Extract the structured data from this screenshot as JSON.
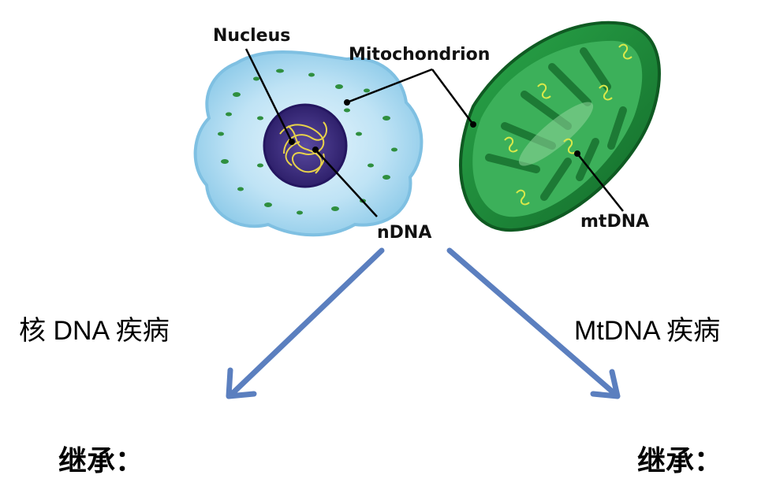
{
  "labels": {
    "nucleus": "Nucleus",
    "mitochondrion": "Mitochondrion",
    "ndna": "nDNA",
    "mtdna": "mtDNA"
  },
  "left": {
    "heading": "核 DNA 疾病",
    "inheritance": "继承："
  },
  "right": {
    "heading": "MtDNA 疾病",
    "inheritance": "继承："
  },
  "colors": {
    "cell_fill": "#bfe3f5",
    "nucleus_fill": "#3b2a7a",
    "mito_outer": "#1e8a3a",
    "mito_inner": "#3cb05a",
    "arrow": "#5b7fbf"
  }
}
